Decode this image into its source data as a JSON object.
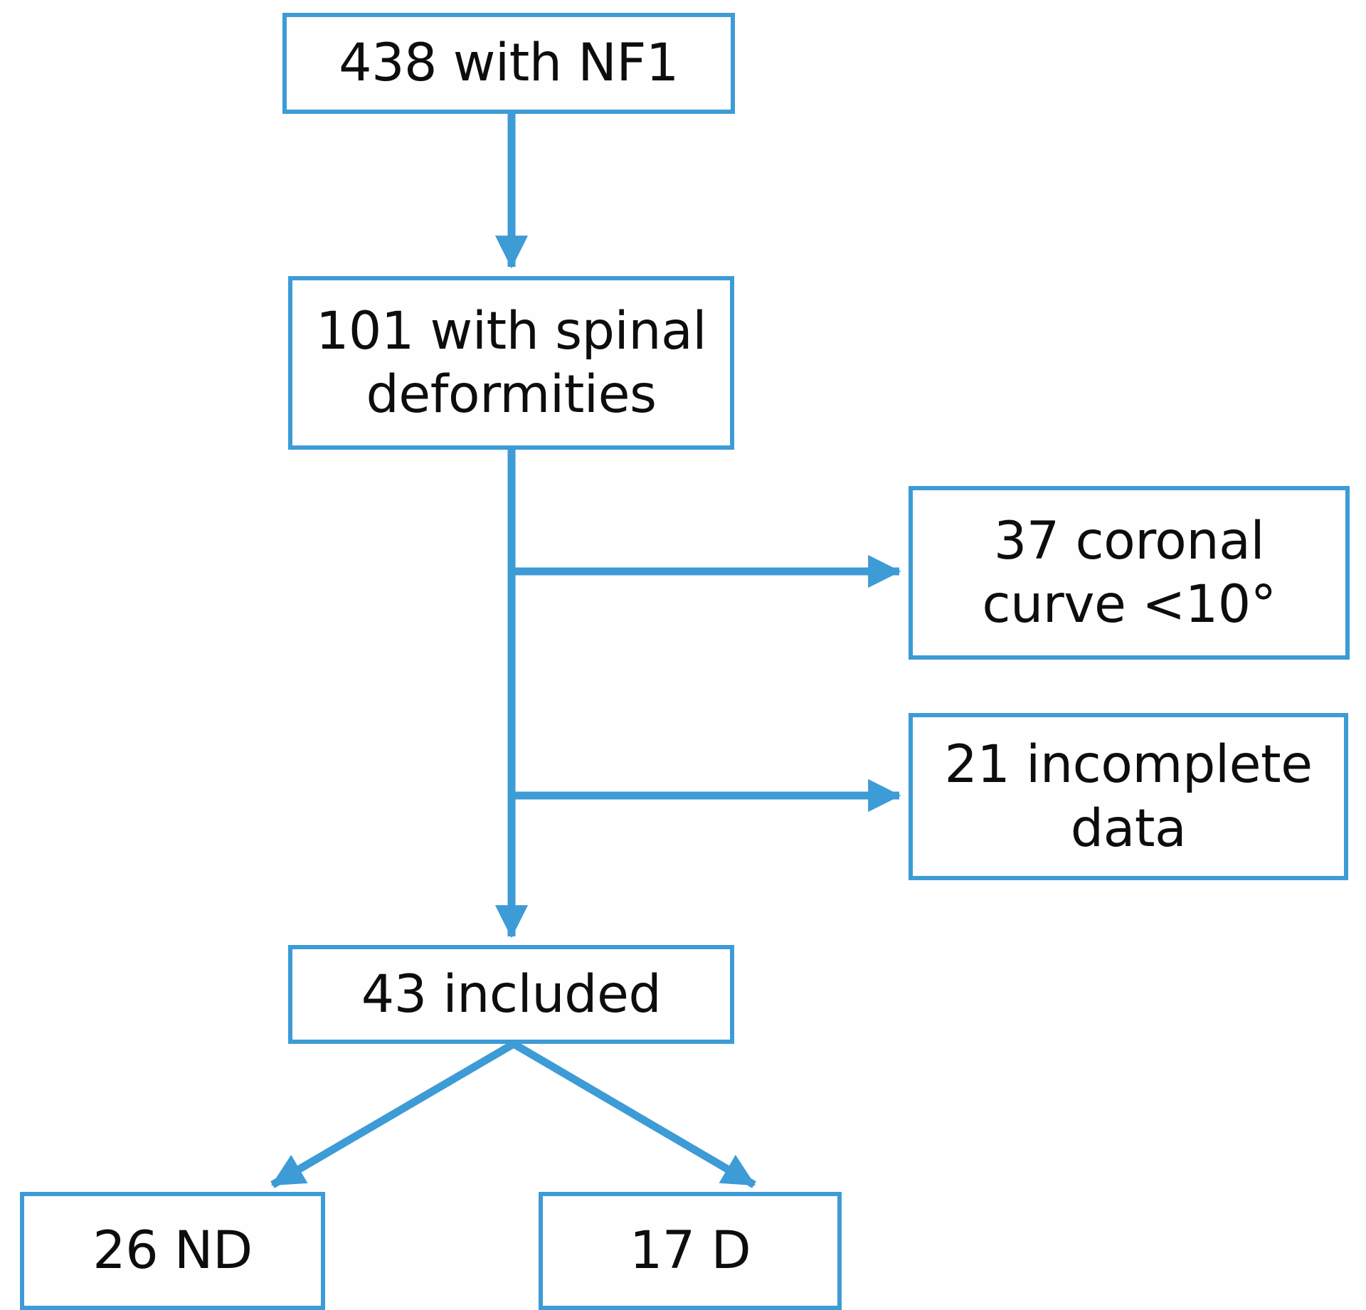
{
  "diagram": {
    "title": "NF1 spinal deformity patient selection flowchart",
    "accent_color": "#3d9bd6",
    "text_color": "#0d0d0d",
    "background_color": "#ffffff",
    "nodes": [
      {
        "id": "nf1",
        "label": "438 with NF1",
        "count": 438,
        "kind": "source"
      },
      {
        "id": "spinal",
        "label": "101 with spinal\ndeformities",
        "count": 101,
        "kind": "subset"
      },
      {
        "id": "coronal",
        "label": "37 coronal\ncurve <10°",
        "count": 37,
        "kind": "excluded"
      },
      {
        "id": "incomplete",
        "label": "21 incomplete\ndata",
        "count": 21,
        "kind": "excluded"
      },
      {
        "id": "included",
        "label": "43 included",
        "count": 43,
        "kind": "included"
      },
      {
        "id": "nd",
        "label": "26 ND",
        "count": 26,
        "kind": "group"
      },
      {
        "id": "d",
        "label": "17 D",
        "count": 17,
        "kind": "group"
      }
    ],
    "edges": [
      {
        "from": "nf1",
        "to": "spinal",
        "direction": "down",
        "arrow": true
      },
      {
        "from": "spinal",
        "to": "coronal",
        "direction": "right",
        "arrow": true
      },
      {
        "from": "spinal",
        "to": "incomplete",
        "direction": "right",
        "arrow": true
      },
      {
        "from": "spinal",
        "to": "included",
        "direction": "down",
        "arrow": true
      },
      {
        "from": "included",
        "to": "nd",
        "direction": "down-left",
        "arrow": true
      },
      {
        "from": "included",
        "to": "d",
        "direction": "down-right",
        "arrow": true
      }
    ]
  }
}
